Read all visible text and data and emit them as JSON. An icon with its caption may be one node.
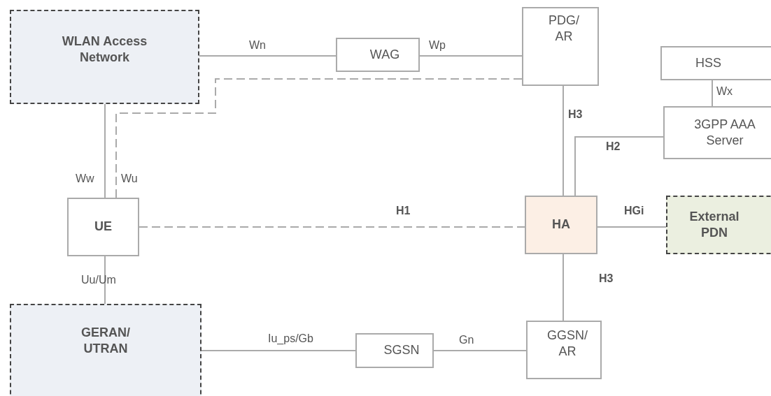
{
  "diagram": {
    "nodes": [
      {
        "text": [
          "WLAN Access Network"
        ]
      },
      {
        "text": [
          "WAG"
        ]
      },
      {
        "text": [
          "PDG/ AR"
        ]
      },
      {
        "text": [
          "HSS"
        ]
      },
      {
        "text": [
          "3GPP AAA Server"
        ]
      },
      {
        "text": [
          "UE"
        ]
      },
      {
        "text": [
          "HA"
        ]
      },
      {
        "text": [
          "External PDN"
        ]
      },
      {
        "text": [
          "GERAN/ UTRAN"
        ]
      },
      {
        "text": [
          "SGSN"
        ]
      },
      {
        "text": [
          "GGSN/ AR"
        ]
      }
    ],
    "edges": [
      {
        "from": 0,
        "to": 1,
        "arrow": "none",
        "label": "Wn"
      },
      {
        "from": 1,
        "to": 2,
        "arrow": "none",
        "label": "Wp"
      },
      {
        "from": 3,
        "to": 4,
        "arrow": "none",
        "label": "Wx"
      },
      {
        "from": 2,
        "to": 6,
        "arrow": "none",
        "label": "H3"
      },
      {
        "from": 4,
        "to": 6,
        "arrow": "none",
        "label": "H2"
      },
      {
        "from": 0,
        "to": 5,
        "arrow": "none",
        "label": "Ww"
      },
      {
        "from": 5,
        "to": 2,
        "arrow": "none",
        "label": "Wu",
        "style": "dashed"
      },
      {
        "from": 5,
        "to": 6,
        "arrow": "none",
        "label": "H1",
        "style": "dashed"
      },
      {
        "from": 6,
        "to": 7,
        "arrow": "none",
        "label": "HGi"
      },
      {
        "from": 5,
        "to": 8,
        "arrow": "none",
        "label": "Uu/Um"
      },
      {
        "from": 8,
        "to": 9,
        "arrow": "none",
        "label": "Iu_ps/Gb"
      },
      {
        "from": 9,
        "to": 10,
        "arrow": "none",
        "label": "Gn"
      },
      {
        "from": 6,
        "to": 10,
        "arrow": "none",
        "label": "H3"
      }
    ]
  }
}
